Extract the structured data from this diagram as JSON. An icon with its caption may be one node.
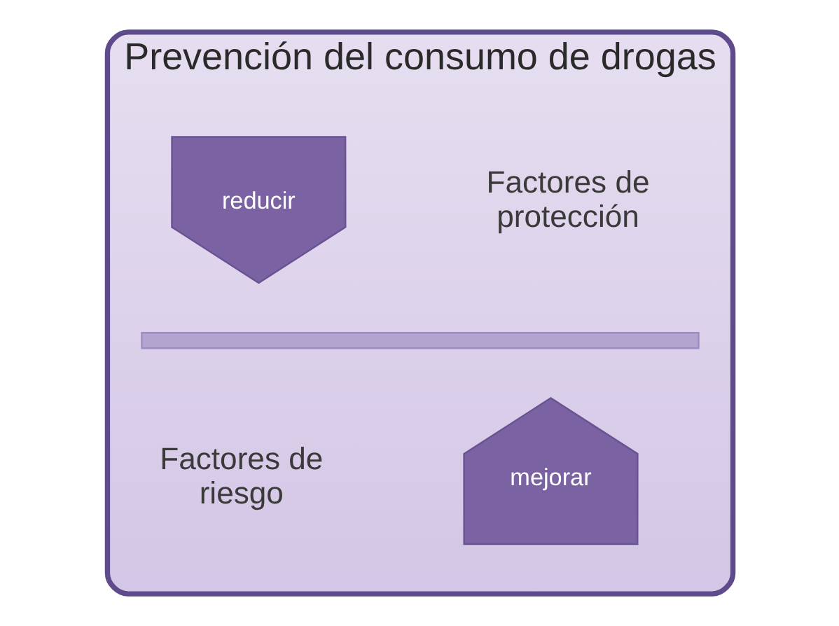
{
  "diagram": {
    "nodes": [
      {
        "text": [
          "Prevención del consumo de drogas"
        ]
      },
      {
        "text": [
          "reducir"
        ],
        "in": 0
      },
      {
        "text": [
          "Factores de protección"
        ],
        "in": 0
      },
      {
        "text": [],
        "shape": "bar",
        "in": 0
      },
      {
        "text": [
          "Factores de riesgo"
        ],
        "in": 0
      },
      {
        "text": [
          "mejorar"
        ],
        "in": 0
      }
    ],
    "edges": []
  }
}
